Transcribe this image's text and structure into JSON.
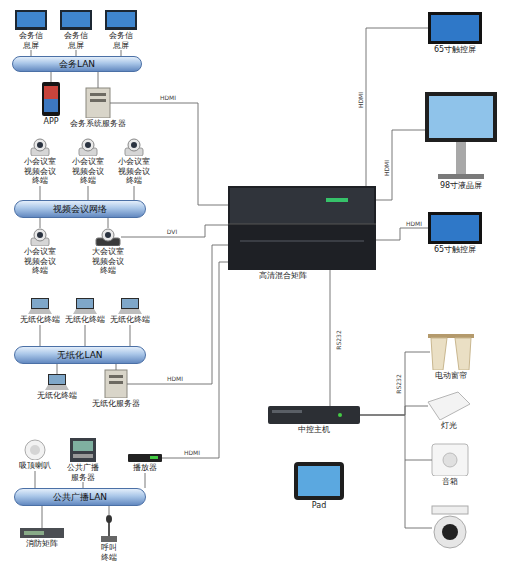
{
  "diagram": {
    "nodes": [
      {
        "text": [
          "会务信息屏"
        ]
      },
      {
        "text": [
          "会务信息屏"
        ]
      },
      {
        "text": [
          "会务信息屏"
        ]
      },
      {
        "text": [
          "会务LAN"
        ]
      },
      {
        "text": [
          "APP"
        ]
      },
      {
        "text": [
          "会务系统服务器"
        ]
      },
      {
        "text": [
          "小会议室视频会议终端"
        ]
      },
      {
        "text": [
          "小会议室视频会议终端"
        ]
      },
      {
        "text": [
          "小会议室视频会议终端"
        ]
      },
      {
        "text": [
          "视频会议网络"
        ]
      },
      {
        "text": [
          "小会议室视频会议终端"
        ]
      },
      {
        "text": [
          "大会议室视频会议终端"
        ]
      },
      {
        "text": [
          "无纸化终端"
        ]
      },
      {
        "text": [
          "无纸化终端"
        ]
      },
      {
        "text": [
          "无纸化终端"
        ]
      },
      {
        "text": [
          "无纸化LAN"
        ]
      },
      {
        "text": [
          "无纸化终端"
        ]
      },
      {
        "text": [
          "无纸化服务器"
        ]
      },
      {
        "text": [
          "吸顶喇叭"
        ]
      },
      {
        "text": [
          "公共广播服务器"
        ]
      },
      {
        "text": [
          "播放器"
        ]
      },
      {
        "text": [
          "公共广播LAN"
        ]
      },
      {
        "text": [
          "消防矩阵"
        ]
      },
      {
        "text": [
          "呼叫终端"
        ]
      },
      {
        "text": [
          "高清混合矩阵"
        ]
      },
      {
        "text": [
          "65寸触控屏"
        ]
      },
      {
        "text": [
          "98寸液晶屏"
        ]
      },
      {
        "text": [
          "65寸触控屏"
        ]
      },
      {
        "text": [
          "中控主机"
        ]
      },
      {
        "text": [
          "Pad"
        ]
      },
      {
        "text": [
          "电动窗帘"
        ]
      },
      {
        "text": [
          "灯光"
        ]
      },
      {
        "text": [
          "音箱"
        ]
      }
    ],
    "edges": [
      {
        "from": 0,
        "to": 3,
        "arrow": "none"
      },
      {
        "from": 1,
        "to": 3,
        "arrow": "none"
      },
      {
        "from": 2,
        "to": 3,
        "arrow": "none"
      },
      {
        "from": 4,
        "to": 3,
        "arrow": "none"
      },
      {
        "from": 5,
        "to": 3,
        "arrow": "none"
      },
      {
        "from": 5,
        "to": 24,
        "label": "HDMI",
        "arrow": "none"
      },
      {
        "from": 6,
        "to": 9,
        "arrow": "none"
      },
      {
        "from": 7,
        "to": 9,
        "arrow": "none"
      },
      {
        "from": 8,
        "to": 9,
        "arrow": "none"
      },
      {
        "from": 10,
        "to": 9,
        "arrow": "none"
      },
      {
        "from": 11,
        "to": 9,
        "arrow": "none"
      },
      {
        "from": 11,
        "to": 24,
        "label": "DVI",
        "arrow": "none"
      },
      {
        "from": 12,
        "to": 15,
        "arrow": "none"
      },
      {
        "from": 13,
        "to": 15,
        "arrow": "none"
      },
      {
        "from": 14,
        "to": 15,
        "arrow": "none"
      },
      {
        "from": 16,
        "to": 15,
        "arrow": "none"
      },
      {
        "from": 17,
        "to": 15,
        "arrow": "none"
      },
      {
        "from": 17,
        "to": 24,
        "label": "HDMI",
        "arrow": "none"
      },
      {
        "from": 18,
        "to": 21,
        "arrow": "none"
      },
      {
        "from": 19,
        "to": 21,
        "arrow": "none"
      },
      {
        "from": 20,
        "to": 21,
        "arrow": "none"
      },
      {
        "from": 22,
        "to": 21,
        "arrow": "none"
      },
      {
        "from": 23,
        "to": 21,
        "arrow": "none"
      },
      {
        "from": 20,
        "to": 24,
        "label": "HDMI",
        "arrow": "none"
      },
      {
        "from": 24,
        "to": 25,
        "label": "HDMI",
        "arrow": "none"
      },
      {
        "from": 24,
        "to": 26,
        "label": "HDMI",
        "arrow": "none"
      },
      {
        "from": 24,
        "to": 27,
        "label": "HDMI",
        "arrow": "none"
      },
      {
        "from": 24,
        "to": 28,
        "label": "RS232",
        "arrow": "none"
      },
      {
        "from": 28,
        "to": 30,
        "label": "RS232",
        "arrow": "none"
      },
      {
        "from": 28,
        "to": 31,
        "arrow": "none"
      },
      {
        "from": 28,
        "to": 32,
        "arrow": "none"
      }
    ]
  }
}
